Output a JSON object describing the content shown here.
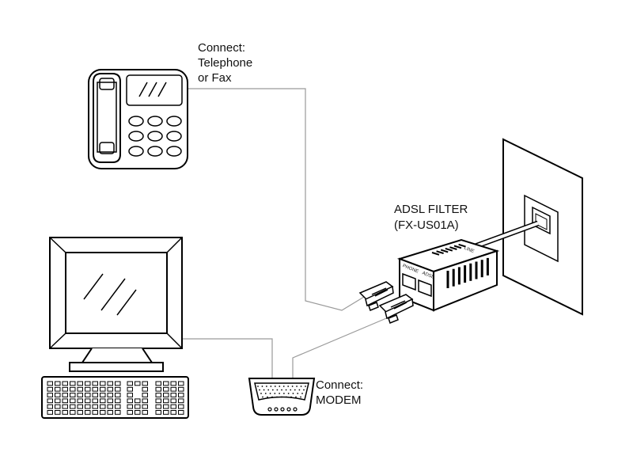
{
  "labels": {
    "phone_line1": "Connect:",
    "phone_line2": "Telephone",
    "phone_line3": "or Fax",
    "filter_line1": "ADSL FILTER",
    "filter_line2": "(FX-US01A)",
    "modem_line1": "Connect:",
    "modem_line2": "MODEM"
  },
  "ports": {
    "phone": "PHONE",
    "adsl": "ADSL",
    "line": "LINE"
  },
  "devices": [
    "telephone-or-fax",
    "computer-monitor",
    "keyboard",
    "modem",
    "adsl-filter",
    "wall-jack-plate"
  ],
  "colors": {
    "line": "#000000",
    "cable": "#999999",
    "background": "#ffffff"
  }
}
